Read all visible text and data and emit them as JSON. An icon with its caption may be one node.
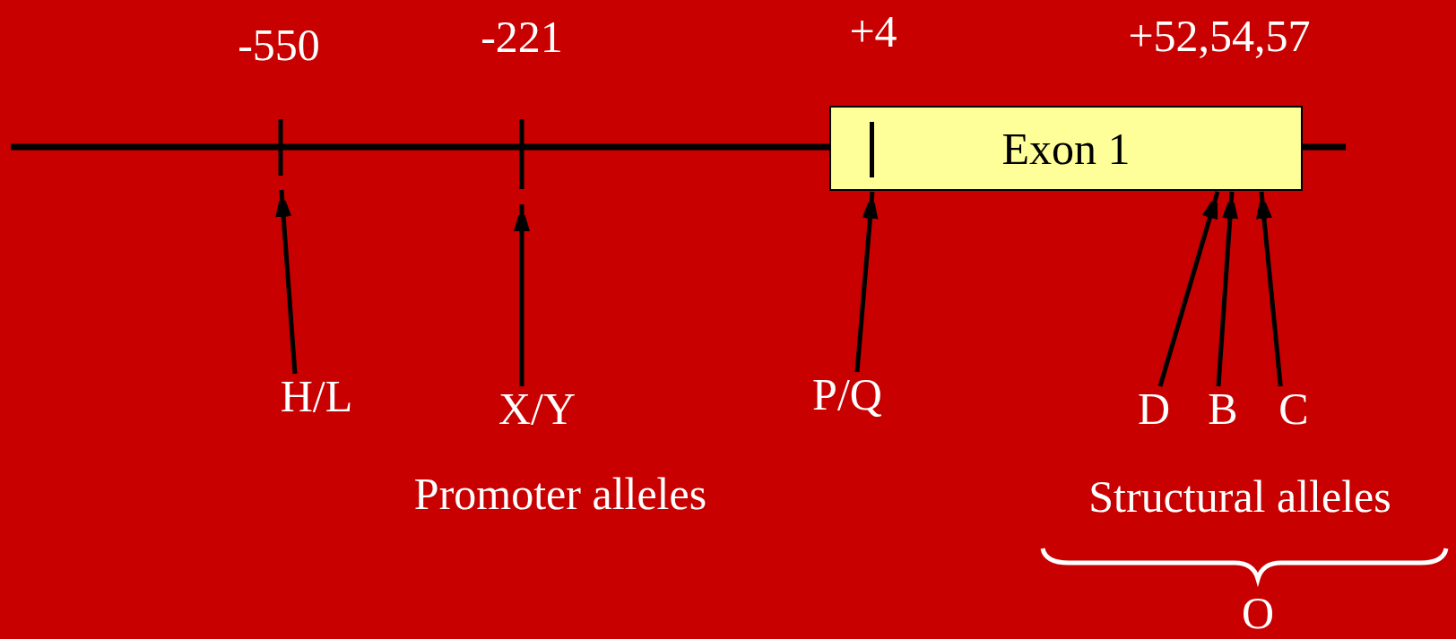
{
  "diagram": {
    "nodes": [
      {
        "text": [
          "Exon 1"
        ]
      },
      {
        "text": [
          "H/L"
        ]
      },
      {
        "text": [
          "X/Y"
        ]
      },
      {
        "text": [
          "P/Q"
        ]
      },
      {
        "text": [
          "D"
        ]
      },
      {
        "text": [
          "B"
        ]
      },
      {
        "text": [
          "C"
        ]
      }
    ],
    "edges": [
      {
        "from": 1,
        "to": null,
        "arrow": "to"
      },
      {
        "from": 2,
        "to": null,
        "arrow": "to"
      },
      {
        "from": 3,
        "to": 0,
        "arrow": "to"
      },
      {
        "from": 4,
        "to": 0,
        "arrow": "to"
      },
      {
        "from": 5,
        "to": 0,
        "arrow": "to"
      },
      {
        "from": 6,
        "to": 0,
        "arrow": "to"
      }
    ],
    "labels": [
      "-550",
      "-221",
      "+4",
      "+52,54,57",
      "Promoter alleles",
      "Structural alleles",
      "O"
    ]
  }
}
